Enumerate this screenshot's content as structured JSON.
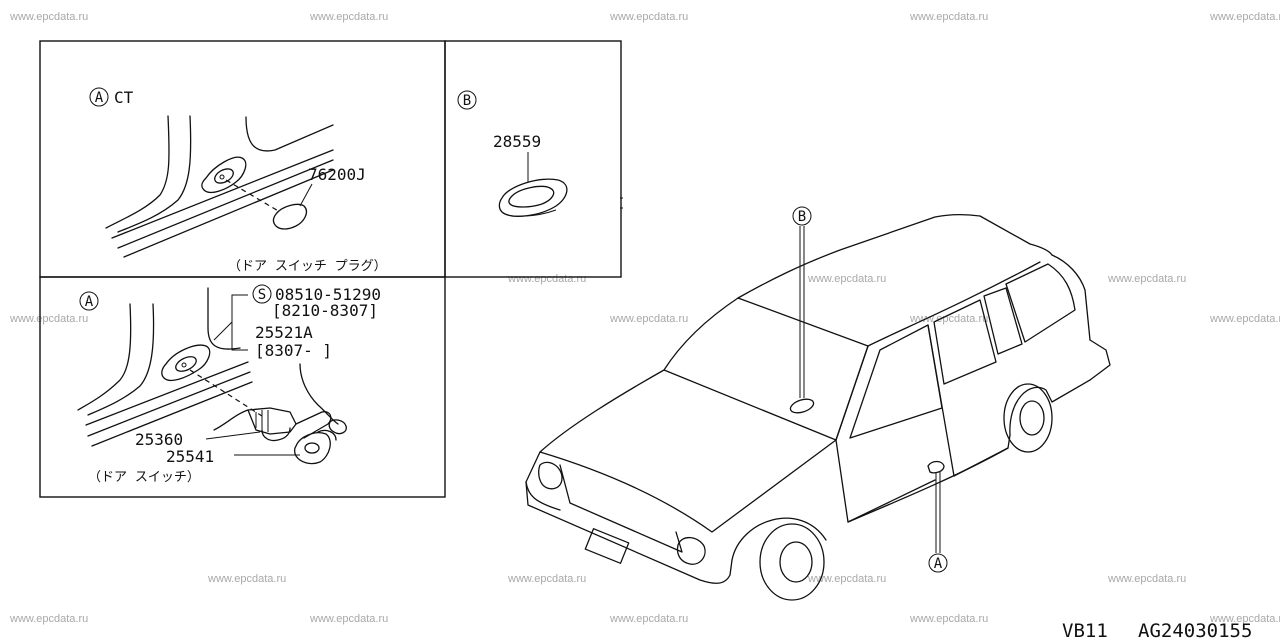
{
  "watermark": "www.epcdata.ru",
  "panel_a_ct": {
    "circle_letter": "A",
    "variant": "CT",
    "part_number": "76200J",
    "caption": "（ドア スイッチ プラグ）"
  },
  "panel_b": {
    "circle_letter": "B",
    "part_number": "28559"
  },
  "panel_a": {
    "circle_letter": "A",
    "screw_symbol": "S",
    "screw_part": "08510-51290",
    "screw_range": "[8210-8307]",
    "alt_part": "25521A",
    "alt_range": "[8307-  ]",
    "switch_part": "25360",
    "cap_part": "25541",
    "caption": "（ドア スイッチ）"
  },
  "car": {
    "callout_b": "B",
    "callout_a": "A"
  },
  "footer": {
    "model_code": "VB11",
    "diagram_id": "AG24030155"
  }
}
